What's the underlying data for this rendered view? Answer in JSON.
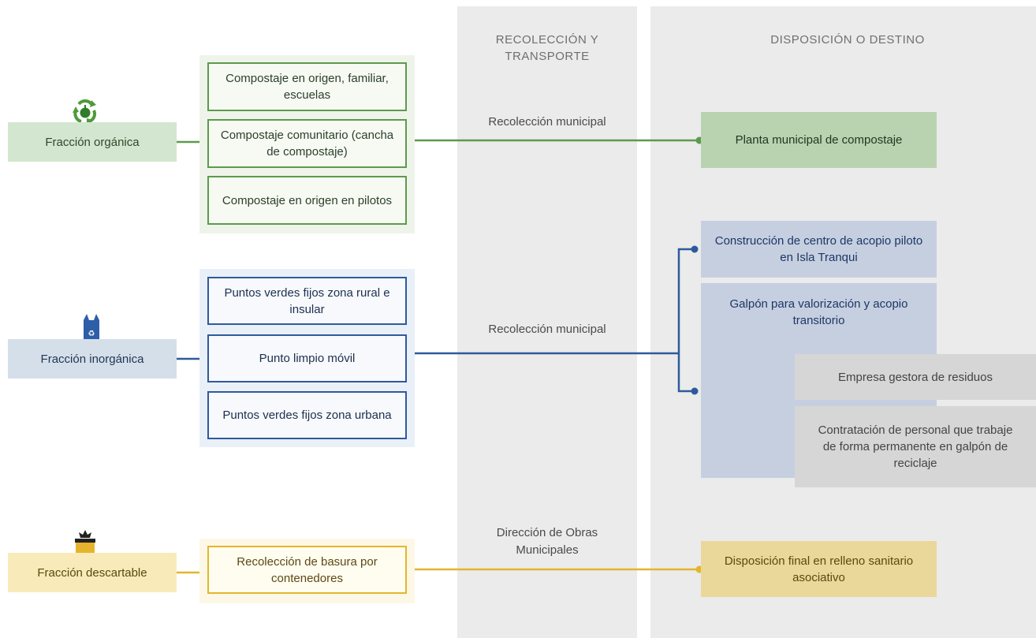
{
  "columns": {
    "collection": "RECOLECCIÓN Y TRANSPORTE",
    "destination": "DISPOSICIÓN O DESTINO"
  },
  "organic": {
    "category": "Fracción orgánica",
    "icon": "compost-recycle-icon",
    "options": [
      "Compostaje en origen, familiar, escuelas",
      "Compostaje comunitario (cancha de compostaje)",
      "Compostaje en origen en pilotos"
    ],
    "collection": "Recolección municipal",
    "destination": "Planta municipal de compostaje"
  },
  "inorganic": {
    "category": "Fracción inorgánica",
    "icon": "recycle-bag-icon",
    "options": [
      "Puntos verdes fijos zona rural e insular",
      "Punto limpio móvil",
      "Puntos verdes fijos zona urbana"
    ],
    "collection": "Recolección municipal",
    "destination_center": "Construcción de centro de acopio piloto en Isla Tranqui",
    "destination_galpon": "Galpón para valorización y acopio transitorio",
    "galpon_children": [
      "Empresa gestora de residuos",
      "Contratación de personal que trabaje de forma permanente en galpón de reciclaje"
    ]
  },
  "disposable": {
    "category": "Fracción descartable",
    "icon": "trash-bag-icon",
    "options": [
      "Recolección de basura por contenedores"
    ],
    "collection": "Dirección de Obras Municipales",
    "destination": "Disposición final en relleno sanitario asociativo"
  },
  "colors": {
    "green": "#5d9a4b",
    "blue": "#2e5a9c",
    "yellow": "#e3b62b"
  }
}
